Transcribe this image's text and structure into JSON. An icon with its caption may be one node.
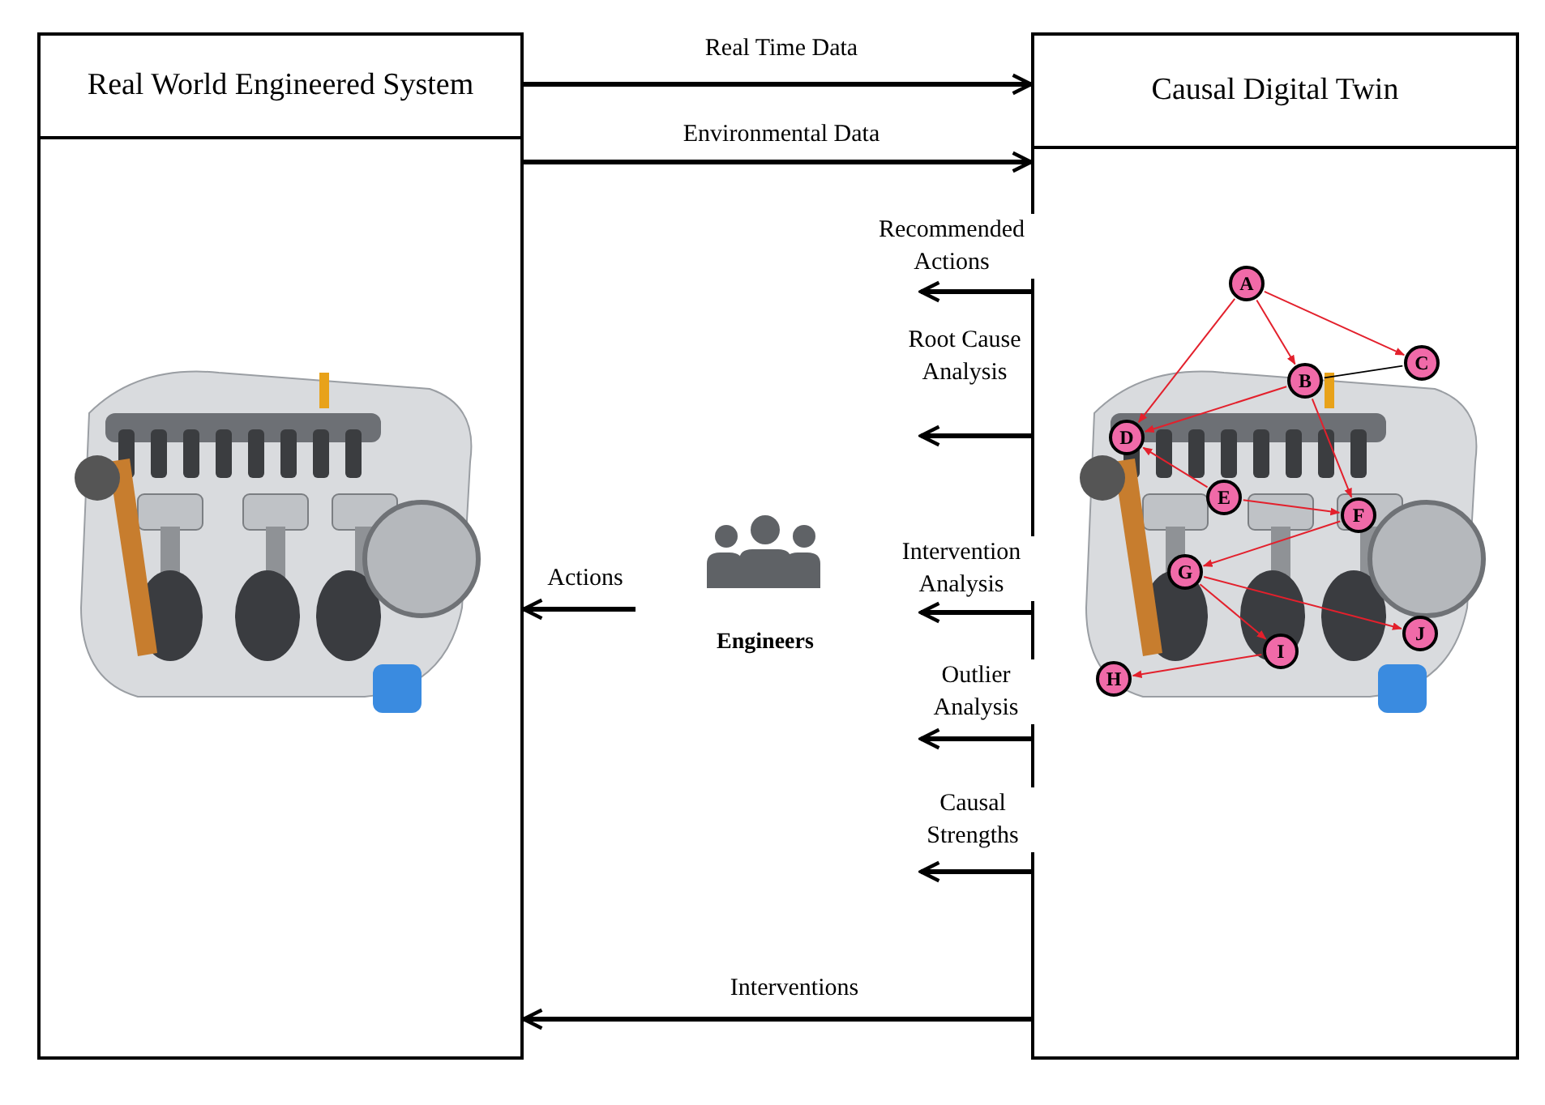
{
  "diagram": {
    "nodes": [
      {
        "text": [
          "Real World Engineered System"
        ]
      },
      {
        "text": [
          "Causal Digital Twin"
        ]
      },
      {
        "text": [
          "Engineers"
        ]
      },
      {
        "text": [
          "A"
        ],
        "in": 1
      },
      {
        "text": [
          "B"
        ],
        "in": 1
      },
      {
        "text": [
          "C"
        ],
        "in": 1
      },
      {
        "text": [
          "D"
        ],
        "in": 1
      },
      {
        "text": [
          "E"
        ],
        "in": 1
      },
      {
        "text": [
          "F"
        ],
        "in": 1
      },
      {
        "text": [
          "G"
        ],
        "in": 1
      },
      {
        "text": [
          "H"
        ],
        "in": 1
      },
      {
        "text": [
          "I"
        ],
        "in": 1
      },
      {
        "text": [
          "J"
        ],
        "in": 1
      }
    ],
    "edges": [
      {
        "from": 0,
        "to": 1,
        "arrow": "to",
        "label": "Real Time Data",
        "style": "thick",
        "color": "#000000"
      },
      {
        "from": 0,
        "to": 1,
        "arrow": "to",
        "label": "Environmental Data",
        "style": "thick",
        "color": "#000000"
      },
      {
        "from": 1,
        "to": null,
        "arrow": "to",
        "label": "Recommended Actions",
        "style": "thick",
        "color": "#000000"
      },
      {
        "from": 1,
        "to": null,
        "arrow": "to",
        "label": "Root Cause Analysis",
        "style": "thick",
        "color": "#000000"
      },
      {
        "from": 1,
        "to": null,
        "arrow": "to",
        "label": "Intervention Analysis",
        "style": "thick",
        "color": "#000000"
      },
      {
        "from": 1,
        "to": null,
        "arrow": "to",
        "label": "Outlier Analysis",
        "style": "thick",
        "color": "#000000"
      },
      {
        "from": 1,
        "to": null,
        "arrow": "to",
        "label": "Causal Strengths",
        "style": "thick",
        "color": "#000000"
      },
      {
        "from": 2,
        "to": 0,
        "arrow": "to",
        "label": "Actions",
        "style": "thick",
        "color": "#000000"
      },
      {
        "from": 1,
        "to": 0,
        "arrow": "to",
        "label": "Interventions",
        "style": "thick",
        "color": "#000000"
      },
      {
        "from": 3,
        "to": 6,
        "arrow": "to",
        "color": "#e3202c"
      },
      {
        "from": 3,
        "to": 4,
        "arrow": "to",
        "color": "#e3202c"
      },
      {
        "from": 3,
        "to": 5,
        "arrow": "to",
        "color": "#e3202c"
      },
      {
        "from": 4,
        "to": 5,
        "arrow": "none",
        "color": "#000000"
      },
      {
        "from": 4,
        "to": 6,
        "arrow": "to",
        "color": "#e3202c"
      },
      {
        "from": 4,
        "to": 8,
        "arrow": "to",
        "color": "#e3202c"
      },
      {
        "from": 7,
        "to": 6,
        "arrow": "to",
        "color": "#e3202c"
      },
      {
        "from": 7,
        "to": 8,
        "arrow": "to",
        "color": "#e3202c"
      },
      {
        "from": 8,
        "to": 9,
        "arrow": "to",
        "color": "#e3202c"
      },
      {
        "from": 9,
        "to": 11,
        "arrow": "to",
        "color": "#e3202c"
      },
      {
        "from": 9,
        "to": 12,
        "arrow": "to",
        "color": "#e3202c"
      },
      {
        "from": 11,
        "to": 10,
        "arrow": "to",
        "color": "#e3202c"
      }
    ]
  }
}
